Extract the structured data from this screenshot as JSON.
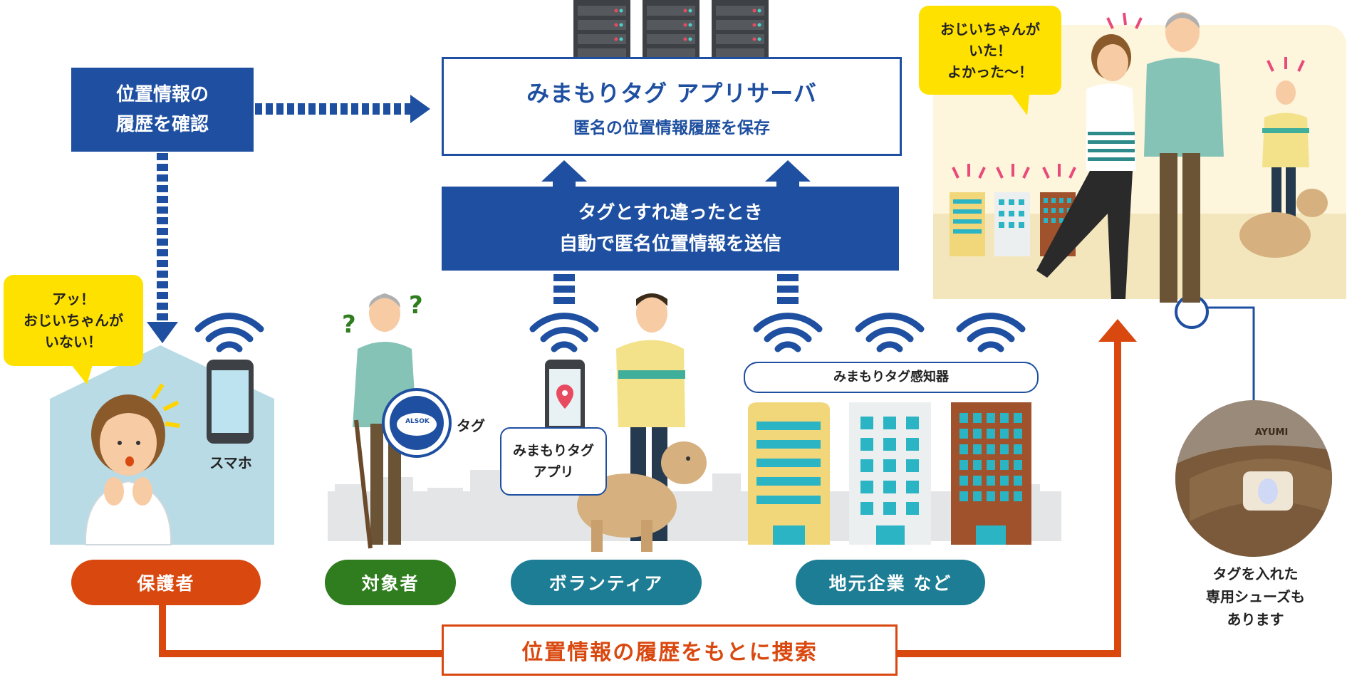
{
  "history_box": {
    "line1": "位置情報の",
    "line2": "履歴を確認"
  },
  "server_box": {
    "title": "みまもりタグ アプリサーバ",
    "subtitle": "匿名の位置情報履歴を保存"
  },
  "send_box": {
    "line1": "タグとすれ違ったとき",
    "line2": "自動で匿名位置情報を送信"
  },
  "guardian_bubble": {
    "line1": "アッ！",
    "line2": "おじいちゃんが",
    "line3": "いない！"
  },
  "found_bubble": {
    "line1": "おじいちゃんが",
    "line2": "いた！",
    "line3": "よかった～！"
  },
  "smartphone_label": "スマホ",
  "tag_label": "タグ",
  "tag_logo_text": "ALSOK",
  "app_box": {
    "line1": "みまもりタグ",
    "line2": "アプリ"
  },
  "detector_label": "みまもりタグ感知器",
  "roles": {
    "guardian": "保護者",
    "target": "対象者",
    "volunteer": "ボランティア",
    "local_business": "地元企業 など"
  },
  "shoes_caption": {
    "line1": "タグを入れた",
    "line2": "専用シューズも",
    "line3": "あります"
  },
  "shoe_brand": "AYUMI",
  "search_label": "位置情報の履歴をもとに捜索",
  "colors": {
    "navy": "#1e4fa0",
    "orange": "#d9480f",
    "green": "#2f7d1e",
    "teal": "#1d7d94",
    "yellow": "#ffe100",
    "house_blue": "#b9dbe6"
  }
}
